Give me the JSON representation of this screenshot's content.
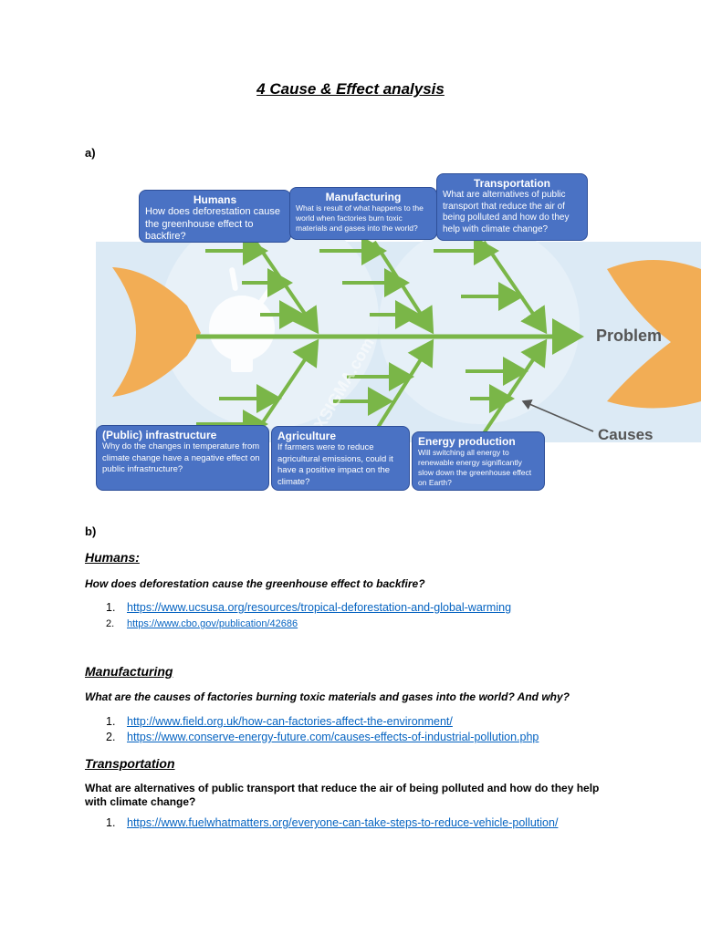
{
  "title": "4 Cause & Effect analysis",
  "part_a": "a)",
  "part_b": "b)",
  "diagram": {
    "head_label": "Problem",
    "causes_label": "Causes",
    "watermark": "SIXSIGMA.com",
    "boxes": {
      "humans": {
        "title": "Humans",
        "body": "How does deforestation cause the greenhouse effect to backfire?"
      },
      "manufacturing": {
        "title": "Manufacturing",
        "body": "What is result of what happens to the world when factories burn toxic materials and gases into the world?"
      },
      "transportation": {
        "title": "Transportation",
        "body": "What are alternatives of public transport that reduce the air of being polluted and how do they help with climate change?"
      },
      "infrastructure": {
        "title": "(Public) infrastructure",
        "body": " Why do the changes in temperature  from climate change have a negative effect on public infrastructure?"
      },
      "agriculture": {
        "title": "Agriculture",
        "body": "If farmers were to reduce agricultural emissions, could it have a positive impact on the climate?"
      },
      "energy": {
        "title": "Energy production",
        "body": "Will switching all energy to renewable energy significantly slow down the greenhouse effect on Earth?"
      }
    },
    "colors": {
      "fish": "#f2ad55",
      "bone": "#7ab648",
      "box": "#4a72c4",
      "band": "#dceaf5"
    }
  },
  "sections": {
    "humans": {
      "heading": "Humans:",
      "question": "How does deforestation cause the greenhouse effect to backfire?",
      "links": [
        {
          "num": "1.",
          "url": "https://www.ucsusa.org/resources/tropical-deforestation-and-global-warming"
        },
        {
          "num": "2.",
          "url": "https://www.cbo.gov/publication/42686"
        }
      ]
    },
    "manufacturing": {
      "heading": "Manufacturing",
      "question": "What are the causes of factories burning toxic materials and gases into the world? And why?",
      "links": [
        {
          "num": "1.",
          "url": "http://www.field.org.uk/how-can-factories-affect-the-environment/"
        },
        {
          "num": "2.",
          "url": "https://www.conserve-energy-future.com/causes-effects-of-industrial-pollution.php"
        }
      ]
    },
    "transportation": {
      "heading": "Transportation",
      "question": "What are alternatives of public transport that reduce the air of being polluted and how do they help with climate change?",
      "links": [
        {
          "num": "1.",
          "url": "https://www.fuelwhatmatters.org/everyone-can-take-steps-to-reduce-vehicle-pollution/"
        }
      ]
    }
  }
}
